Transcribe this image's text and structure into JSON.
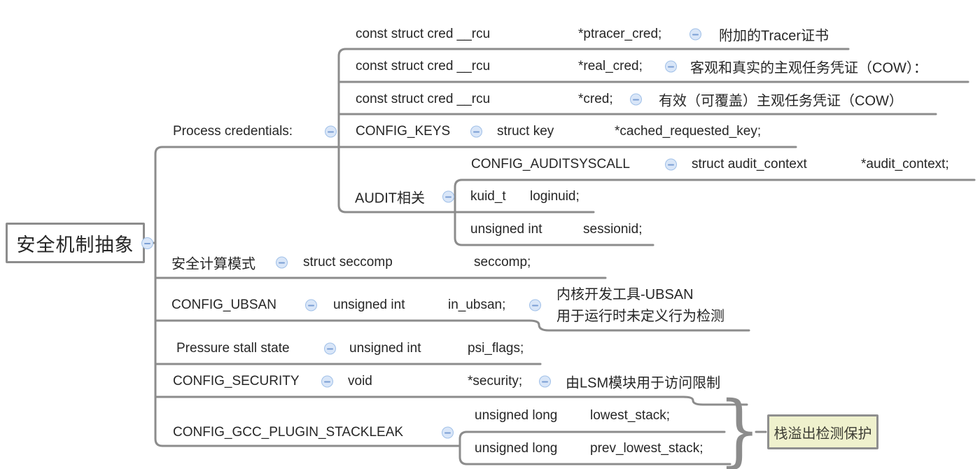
{
  "root_label": "安全机制抽象",
  "labels": {
    "cred_type": "const struct cred __rcu",
    "ptracer_cred": "*ptracer_cred;",
    "note_ptracer": "附加的Tracer证书",
    "real_cred": "*real_cred;",
    "note_real": "客观和真实的主观任务凭证（COW）：",
    "cred": "*cred;",
    "note_cred": "有效（可覆盖）主观任务凭证（COW）",
    "process_credentials": "Process credentials:",
    "config_keys": "CONFIG_KEYS",
    "struct_key": "struct key",
    "cached_requested_key": "*cached_requested_key;",
    "config_auditsyscall": "CONFIG_AUDITSYSCALL",
    "struct_audit_context": "struct audit_context",
    "audit_context_var": "*audit_context;",
    "audit_related": "AUDIT相关",
    "kuid_t": "kuid_t",
    "loginuid": "loginuid;",
    "unsigned_int": "unsigned int",
    "sessionid": "sessionid;",
    "seccomp_mode": "安全计算模式",
    "struct_seccomp": "struct seccomp",
    "seccomp_var": "seccomp;",
    "config_ubsan": "CONFIG_UBSAN",
    "in_ubsan": "in_ubsan;",
    "note_ubsan_line1": "内核开发工具-UBSAN",
    "note_ubsan_line2": "用于运行时未定义行为检测",
    "pressure_stall": "Pressure stall state",
    "psi_flags": "psi_flags;",
    "config_security": "CONFIG_SECURITY",
    "void_type": "void",
    "security_var": "*security;",
    "note_security": "由LSM模块用于访问限制",
    "config_stackleak": "CONFIG_GCC_PLUGIN_STACKLEAK",
    "unsigned_long": "unsigned long",
    "lowest_stack": "lowest_stack;",
    "prev_lowest_stack": "prev_lowest_stack;",
    "callout_stackleak": "栈溢出检测保护",
    "brace_glyph": "}"
  },
  "icons": {
    "collapse": "minus-in-circle"
  },
  "colors": {
    "line": "#8c8c8c",
    "text": "#262626",
    "icon_fill": "#d9e6f8",
    "icon_border": "#a0c0e8",
    "icon_minus": "#7b9fd4",
    "callout_bg": "#eff1cd",
    "callout_border": "#8f8f8f"
  }
}
